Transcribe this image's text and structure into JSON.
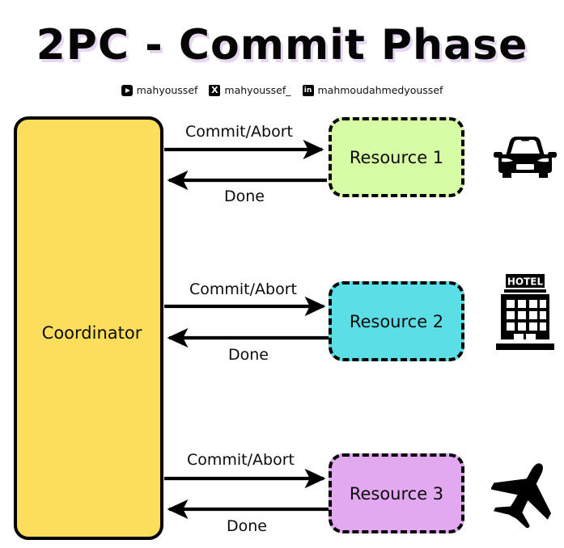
{
  "page": {
    "title": "2PC - Commit Phase",
    "background_color": "#ffffff"
  },
  "handles": [
    {
      "platform": "youtube-icon",
      "glyph": "",
      "label": "mahyoussef"
    },
    {
      "platform": "x-icon",
      "glyph": "X",
      "label": "mahyoussef_"
    },
    {
      "platform": "linkedin-icon",
      "glyph": "in",
      "label": "mahmoudahmedyoussef"
    }
  ],
  "coordinator": {
    "label": "Coordinator",
    "color": "#FCDE5C"
  },
  "resources": [
    {
      "label": "Resource 1",
      "color": "#D6FCA6",
      "request_label": "Commit/Abort",
      "response_label": "Done",
      "icon": "car-icon"
    },
    {
      "label": "Resource 2",
      "color": "#5BDEE6",
      "request_label": "Commit/Abort",
      "response_label": "Done",
      "icon": "hotel-icon"
    },
    {
      "label": "Resource 3",
      "color": "#E2A9F0",
      "request_label": "Commit/Abort",
      "response_label": "Done",
      "icon": "plane-icon"
    }
  ],
  "icons": {
    "hotel_sign_text": "HOTEL"
  },
  "colors": {
    "stroke": "#000000",
    "title_shadow": "#e6d6f2",
    "coordinator": "#FCDE5C",
    "resource_1": "#D6FCA6",
    "resource_2": "#5BDEE6",
    "resource_3": "#E2A9F0"
  }
}
